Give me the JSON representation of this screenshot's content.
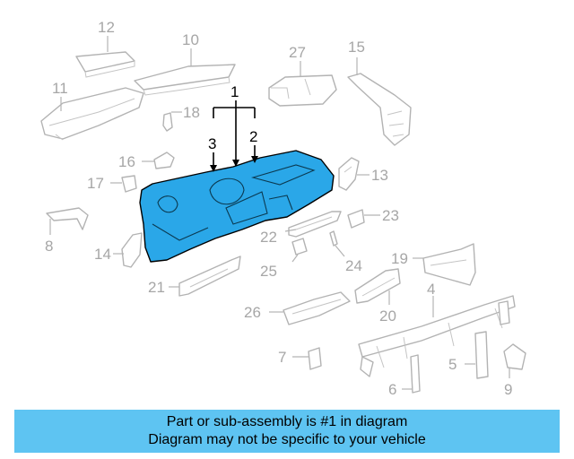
{
  "callouts": {
    "n1": "1",
    "n2": "2",
    "n3": "3",
    "n4": "4",
    "n5": "5",
    "n6": "6",
    "n7": "7",
    "n8": "8",
    "n9": "9",
    "n10": "10",
    "n11": "11",
    "n12": "12",
    "n13": "13",
    "n14": "14",
    "n15": "15",
    "n16": "16",
    "n17": "17",
    "n18": "18",
    "n19": "19",
    "n20": "20",
    "n21": "21",
    "n22": "22",
    "n23": "23",
    "n24": "24",
    "n25": "25",
    "n26": "26",
    "n27": "27"
  },
  "banner": {
    "line1": "Part or sub-assembly is #1 in diagram",
    "line2": "Diagram may not be specific to your vehicle"
  },
  "colors": {
    "highlight": "#2aa7e8",
    "banner_bg": "#5ec4f2",
    "part_line": "#b3b3b3"
  }
}
